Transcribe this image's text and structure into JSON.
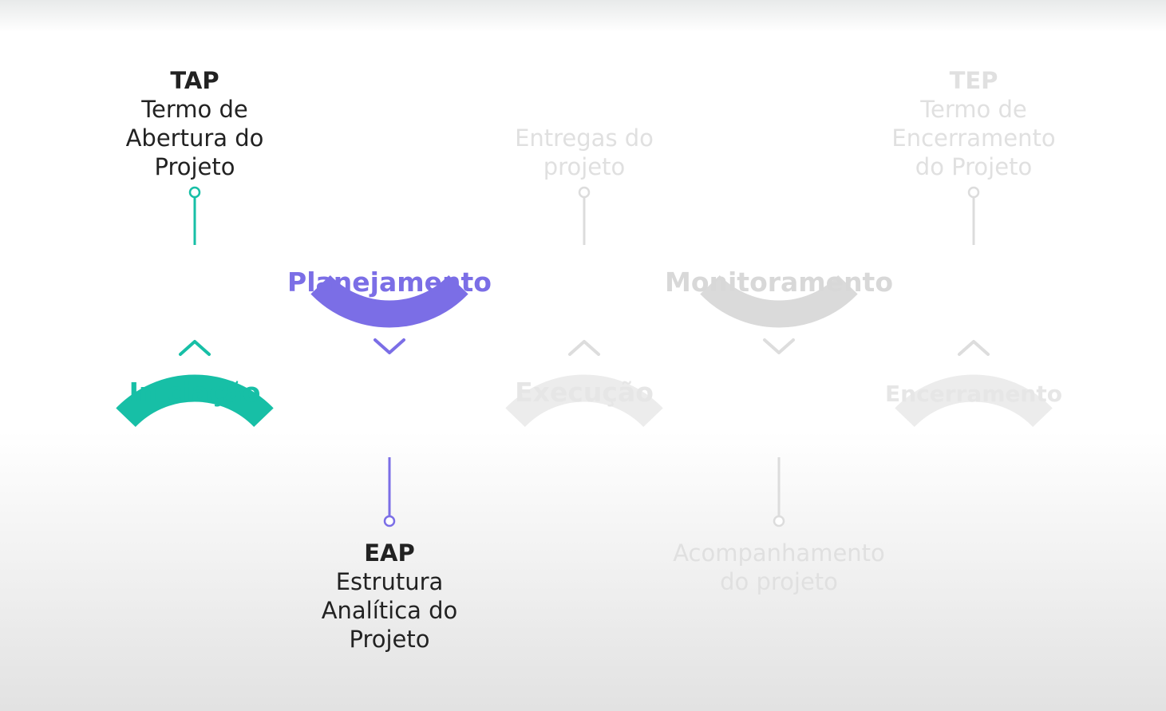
{
  "phases": [
    {
      "name": "Iniciação",
      "position": "bottom",
      "arc": "top",
      "chevron": "up",
      "color": "#17bfa6",
      "active": true,
      "doc_side": "top",
      "doc_abbr": "TAP",
      "doc_lines": [
        "Termo de",
        "Abertura do",
        "Projeto"
      ]
    },
    {
      "name": "Planejamento",
      "position": "top",
      "arc": "bottom",
      "chevron": "down",
      "color": "#7b6ee6",
      "active": true,
      "doc_side": "bottom",
      "doc_abbr": "EAP",
      "doc_lines": [
        "Estrutura",
        "Analítica do",
        "Projeto"
      ]
    },
    {
      "name": "Execução",
      "position": "bottom",
      "arc": "top",
      "chevron": "up",
      "color": "#ececec",
      "active": false,
      "doc_side": "top",
      "doc_abbr": "",
      "doc_lines": [
        "Entregas do",
        "projeto"
      ]
    },
    {
      "name": "Monitoramento",
      "position": "top",
      "arc": "bottom",
      "chevron": "down",
      "color": "#dadada",
      "active": false,
      "doc_side": "bottom",
      "doc_abbr": "",
      "doc_lines": [
        "Acompanhamento",
        "do projeto"
      ]
    },
    {
      "name": "Encerramento",
      "position": "bottom",
      "arc": "top",
      "chevron": "up",
      "color": "#ececec",
      "active": false,
      "doc_side": "top",
      "doc_abbr": "TEP",
      "doc_lines": [
        "Termo de",
        "Encerramento",
        "do Projeto"
      ]
    }
  ],
  "colors": {
    "doc_text_active": "#222222",
    "doc_text_inactive": "#e0e0e0",
    "chevron_inactive": "#dddddd",
    "connector_inactive": "#dcdcdc"
  }
}
